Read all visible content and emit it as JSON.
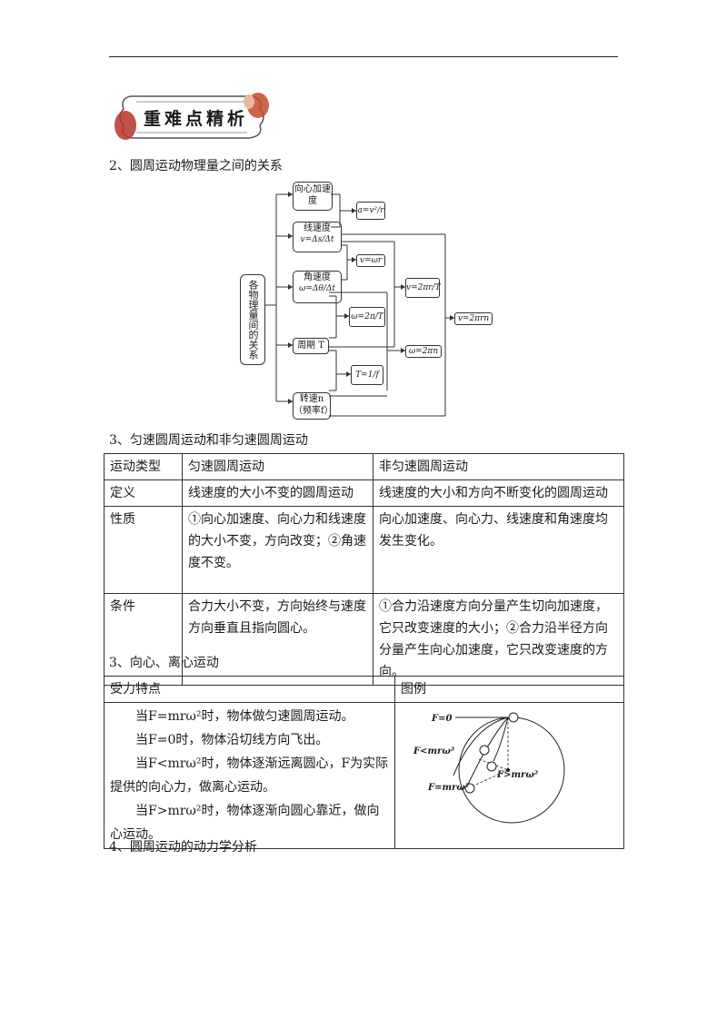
{
  "banner": {
    "title": "重难点精析"
  },
  "section2": {
    "heading": "2、圆周运动物理量之间的关系",
    "diagram": {
      "root": "各物理量间的关系",
      "nodes": {
        "centripetal": "向心加速度",
        "linear": "线速度",
        "angular": "角速度",
        "period": "周期 T",
        "speed_line1": "转速n",
        "speed_line2": "（频率f）"
      },
      "formulas": {
        "a": "a=v²/r",
        "v_def": "v=Δs/Δt",
        "w_def": "ω=Δθ/Δt",
        "v_wr": "v=ωr",
        "w_2pi_T": "ω=2π/T",
        "v_2pir_T": "v=2πr/T",
        "T_1f": "T=1/f",
        "w_2pin": "ω=2πn",
        "v_2pirn": "v=2πrn"
      }
    }
  },
  "section3": {
    "heading": "3、匀速圆周运动和非匀速圆周运动",
    "headers": [
      "运动类型",
      "匀速圆周运动",
      "非匀速圆周运动"
    ],
    "rows": [
      {
        "label": "定义",
        "uniform": "线速度的大小不变的圆周运动",
        "nonuniform": "线速度的大小和方向不断变化的圆周运动"
      },
      {
        "label": "性质",
        "uniform": "①向心加速度、向心力和线速度的大小不变，方向改变；②角速度不变。",
        "nonuniform": "向心加速度、向心力、线速度和角速度均发生变化。"
      },
      {
        "label": "条件",
        "uniform": "合力大小不变，方向始终与速度方向垂直且指向圆心。",
        "nonuniform": "①合力沿速度方向分量产生切向加速度，它只改变速度的大小；②合力沿半径方向分量产生向心加速度，它只改变速度的方向。"
      }
    ]
  },
  "section3b": {
    "heading": "3、向心、离心运动",
    "headers": [
      "受力特点",
      "图例"
    ],
    "paragraphs": [
      "当F=mrω²时，物体做匀速圆周运动。",
      "当F=0时，物体沿切线方向飞出。",
      "当F<mrω²时，物体逐渐远离圆心，F为实际提供的向心力，做离心运动。",
      "当F>mrω²时，物体逐渐向圆心靠近，做向心运动。"
    ],
    "figure_labels": {
      "f0": "F=0",
      "f_lt": "F<mrω²",
      "f_eq": "F=mrω²",
      "f_gt": "F>mrω²"
    }
  },
  "section4": {
    "heading": "4、圆周运动的动力学分析"
  }
}
